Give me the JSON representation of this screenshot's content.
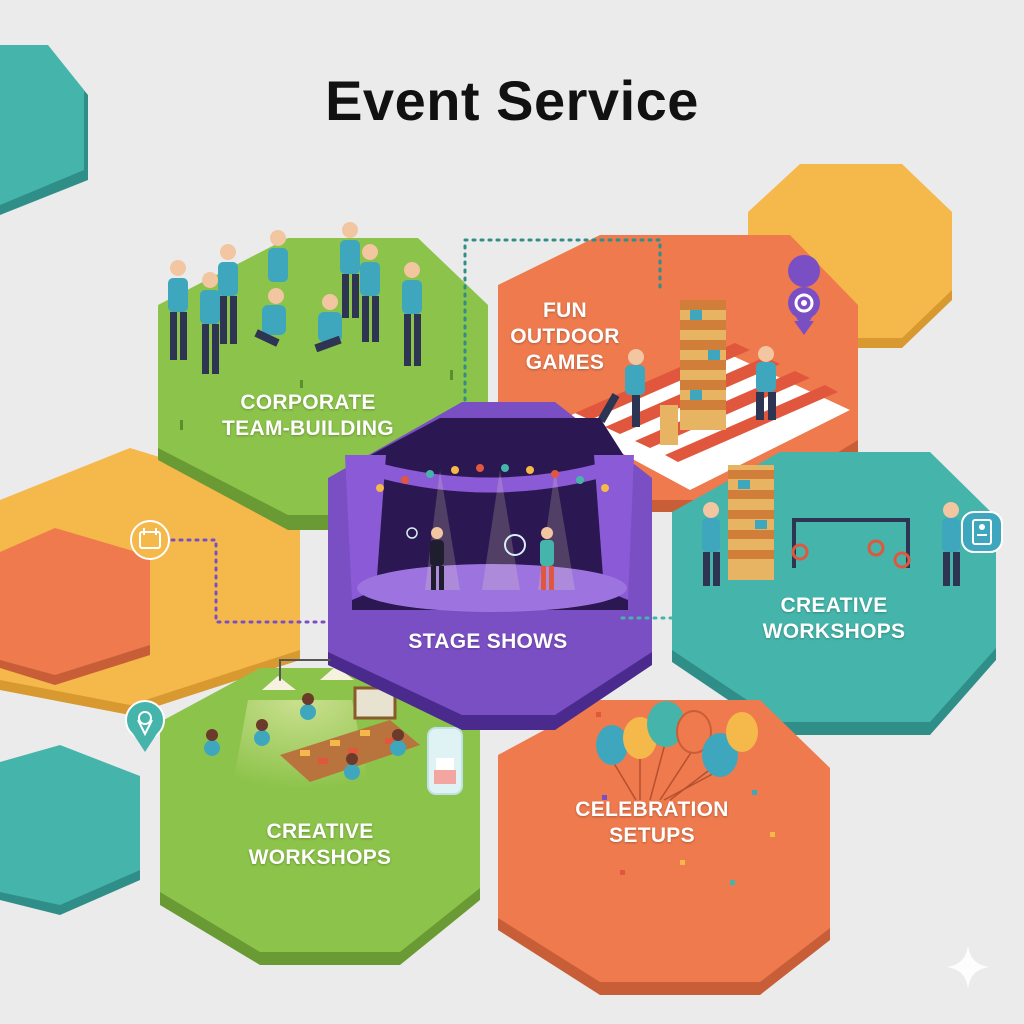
{
  "title": "Event Service",
  "services": {
    "team_building": {
      "line1": "CORPORATE",
      "line2": "TEAM-BUILDING"
    },
    "outdoor_games": {
      "line1": "FUN",
      "line2": "OUTDOOR",
      "line3": "GAMES"
    },
    "stage_shows": {
      "label": "STAGE SHOWS"
    },
    "workshops_right": {
      "line1": "CREATIVE",
      "line2": "WORKSHOPS"
    },
    "workshops_left": {
      "line1": "CREATIVE",
      "line2": "WORKSHOPS"
    },
    "celebration": {
      "line1": "CELEBRATION",
      "line2": "SETUPS"
    }
  },
  "icons": [
    "gear-pin-icon",
    "badge-pin-icon",
    "location-pin-icon",
    "calendar-pin-icon",
    "sparkle-icon"
  ],
  "colors": {
    "green": "#8cc34a",
    "orange": "#ee7a4e",
    "purple": "#7b4fc4",
    "teal": "#45b5ab",
    "yellow": "#f5b84a",
    "title": "#111111"
  }
}
